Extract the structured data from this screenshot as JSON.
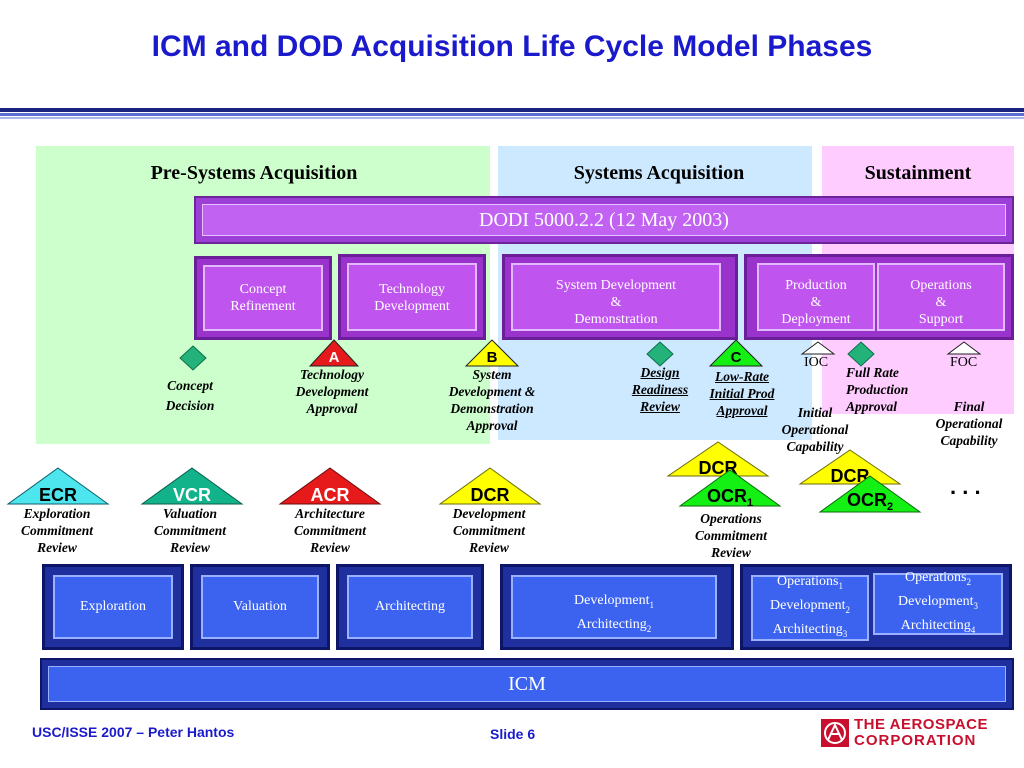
{
  "title": "ICM and DOD Acquisition Life Cycle Model Phases",
  "regions": {
    "pre": "Pre-Systems Acquisition",
    "sys": "Systems Acquisition",
    "sus": "Sustainment"
  },
  "dodi": "DODI 5000.2.2 (12 May 2003)",
  "dod_phases": {
    "concept_refinement": [
      "Concept",
      "Refinement"
    ],
    "technology_development": [
      "Technology",
      "Development"
    ],
    "sdd": [
      "System Development",
      "&",
      "Demonstration"
    ],
    "production": [
      "Production",
      "&",
      "Deployment"
    ],
    "operations": [
      "Operations",
      "&",
      "Support"
    ]
  },
  "milestones": {
    "a": "A",
    "b": "B",
    "c": "C",
    "concept_decision": [
      "Concept",
      "Decision"
    ],
    "tda": [
      "Technology",
      "Development",
      "Approval"
    ],
    "sdda": [
      "System",
      "Development &",
      "Demonstration",
      "Approval"
    ],
    "drr": [
      "Design",
      "Readiness",
      "Review"
    ],
    "lrip": [
      "Low-Rate",
      "Initial Prod",
      "Approval"
    ],
    "ioc": "IOC",
    "ioc_full": [
      "Initial",
      "Operational",
      "Capability"
    ],
    "frp": [
      "Full Rate",
      "Production",
      "Approval"
    ],
    "foc": "FOC",
    "foc_full": [
      "Final",
      "Operational",
      "Capability"
    ]
  },
  "reviews": {
    "ecr": "ECR",
    "vcr": "VCR",
    "acr": "ACR",
    "dcr": "DCR",
    "dcr2": "DCR",
    "dcr3": "DCR",
    "ocr": "OCR",
    "ocr_sub1": "1",
    "ocr2": "OCR",
    "ocr_sub2": "2",
    "ellipsis": ". . .",
    "ecr_full": [
      "Exploration",
      "Commitment",
      "Review"
    ],
    "vcr_full": [
      "Valuation",
      "Commitment",
      "Review"
    ],
    "acr_full": [
      "Architecture",
      "Commitment",
      "Review"
    ],
    "dcr_full": [
      "Development",
      "Commitment",
      "Review"
    ],
    "ocr_full": [
      "Operations",
      "Commitment",
      "Review"
    ]
  },
  "icm_phases": {
    "exploration": "Exploration",
    "valuation": "Valuation",
    "architecting": "Architecting",
    "dev1": "Development",
    "dev1_sub": "1",
    "arch2": "Architecting",
    "arch2_sub": "2",
    "ops1": "Operations",
    "ops1_sub": "1",
    "dev2": "Development",
    "dev2_sub": "2",
    "arch3": "Architecting",
    "arch3_sub": "3",
    "ops2": "Operations",
    "ops2_sub": "2",
    "dev3": "Development",
    "dev3_sub": "3",
    "arch4": "Architecting",
    "arch4_sub": "4"
  },
  "icm": "ICM",
  "footer": {
    "left": "USC/ISSE 2007 – Peter Hantos",
    "slide": "Slide 6",
    "logo_line1": "THE AEROSPACE",
    "logo_line2": "CORPORATION"
  },
  "colors": {
    "title": "#1a1acc",
    "pre_region": "#ccffcc",
    "sys_region": "#cce9ff",
    "sus_region": "#ffccff",
    "purple": "#bf55ee",
    "blue": "#3c63ef",
    "ecr": "#4de6ef",
    "vcr": "#12b28a",
    "acr": "#e61a1a",
    "dcr": "#ffff00",
    "ocr": "#14ef14",
    "diamond": "#22b27a",
    "logo": "#c8102e"
  }
}
